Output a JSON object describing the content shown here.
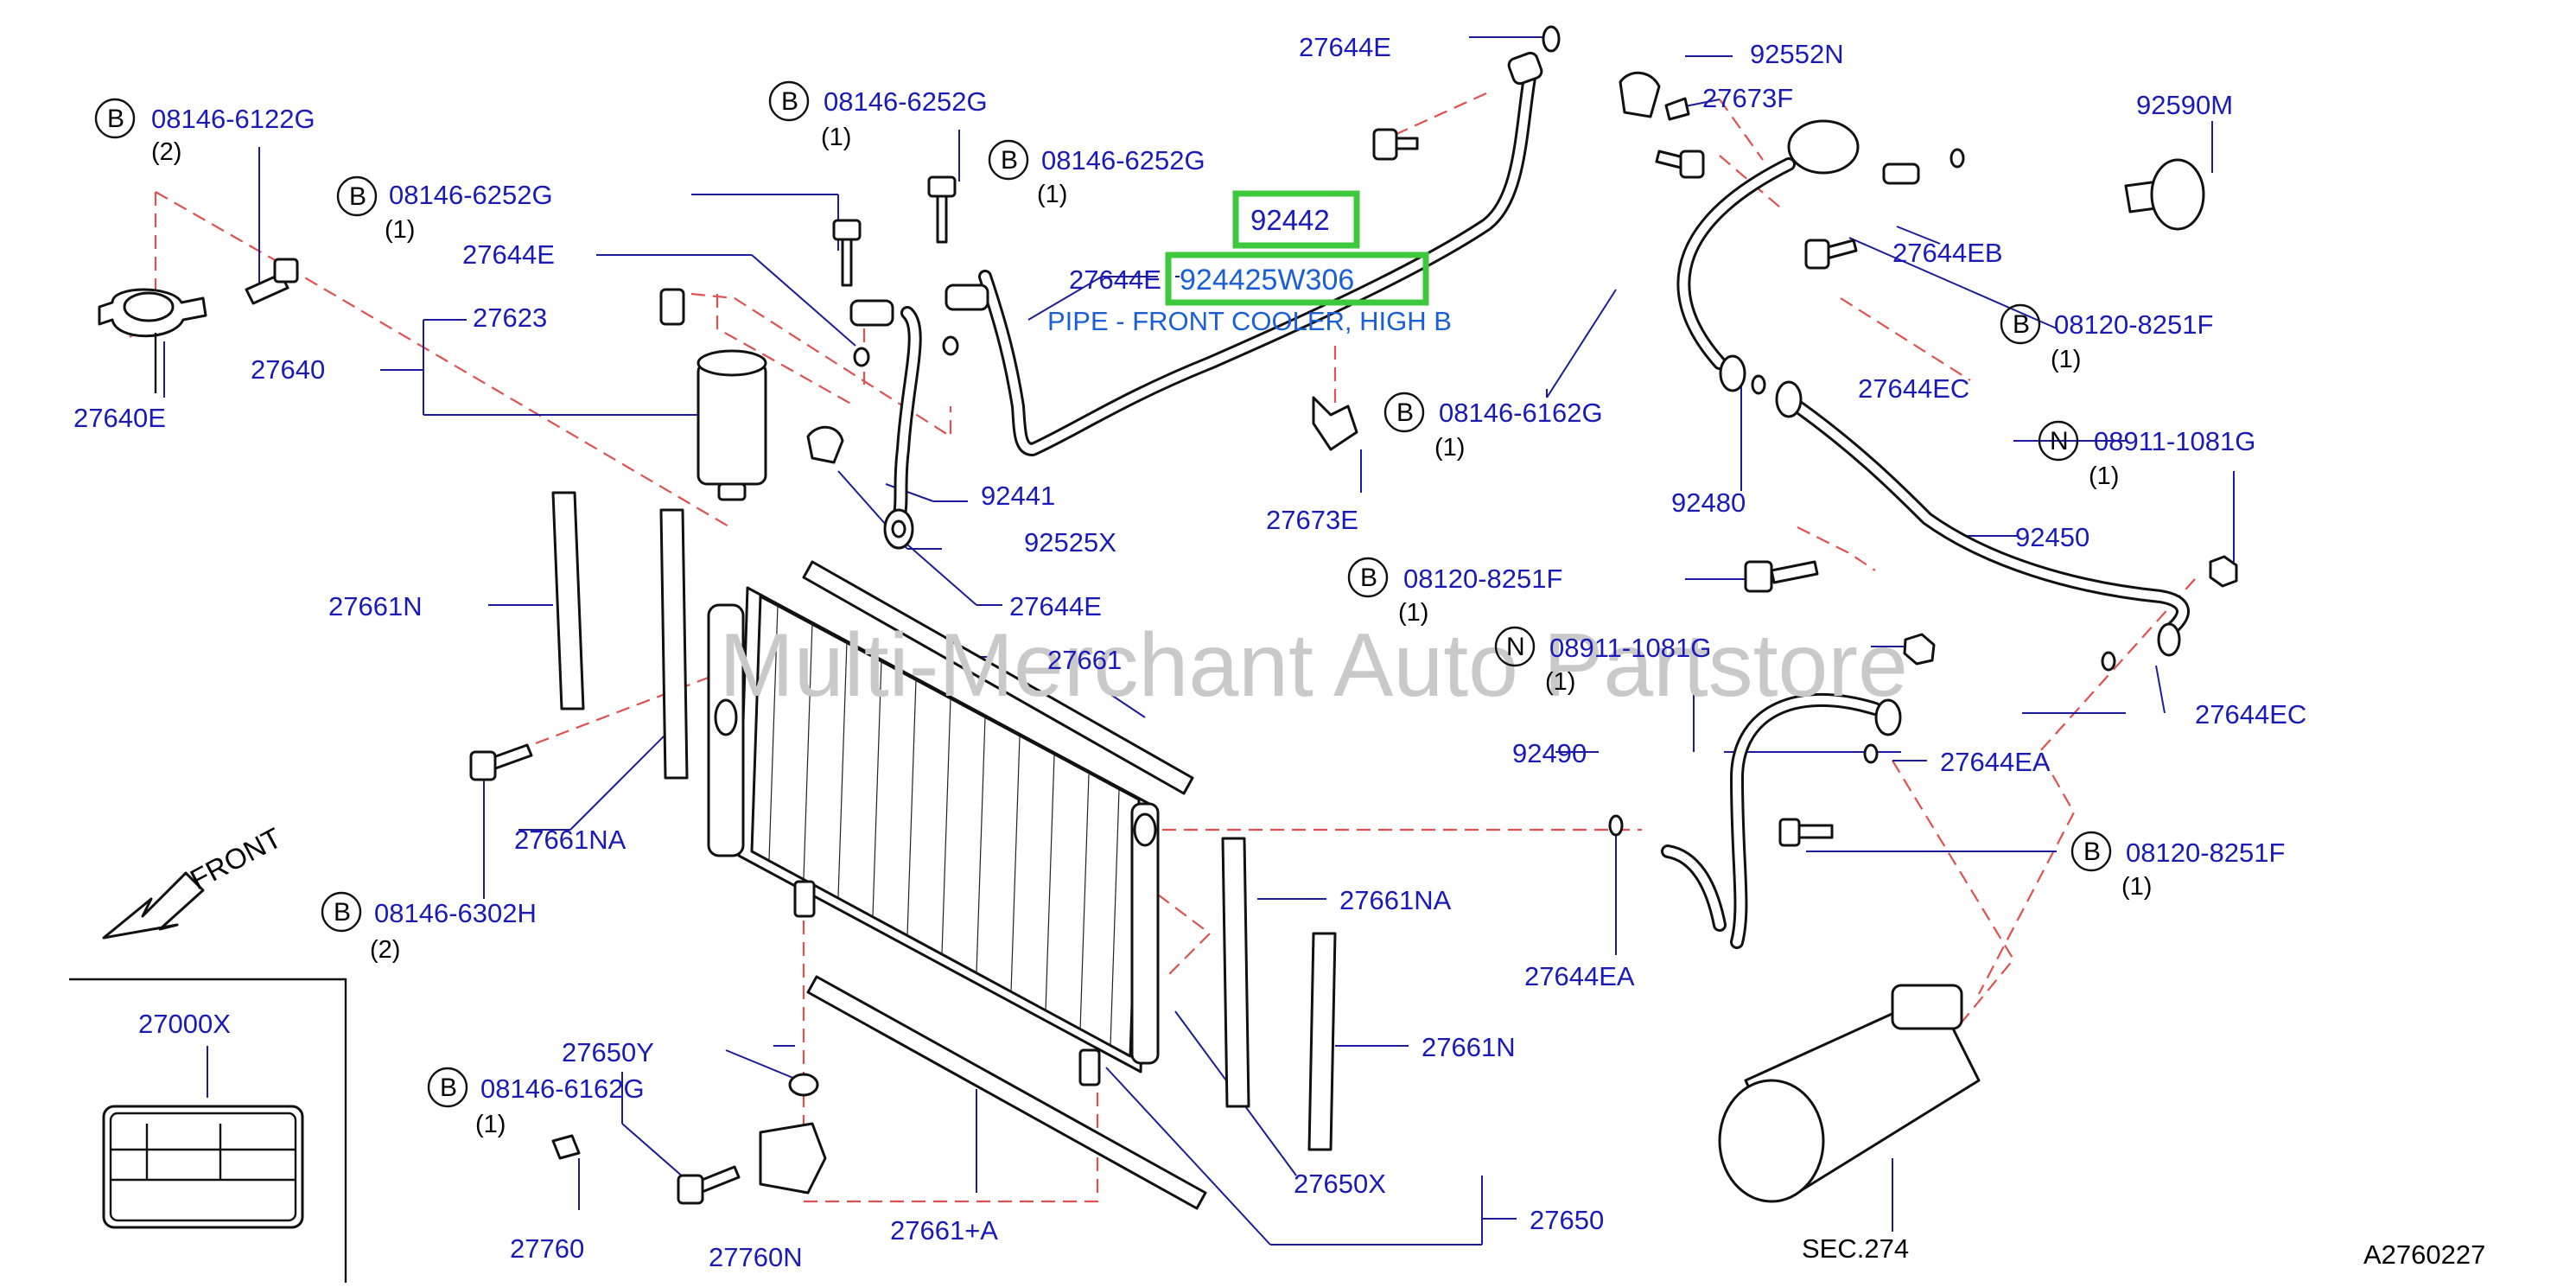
{
  "diagram": {
    "watermark": "Multi-Merchant Auto Partstore",
    "ref_code": "A2760227",
    "front_label": "FRONT",
    "section_ref": "SEC.274",
    "highlight": {
      "part": "92442",
      "full_part": "924425W306",
      "description": "PIPE - FRONT COOLER, HIGH B"
    },
    "accent_color": "#1a1ab8",
    "highlight_color": "#3ec83e",
    "leader_color": "#e05050",
    "parts": [
      "27644E",
      "92552N",
      "27673F",
      "92590M",
      "08146-6252G",
      "08146-6122G",
      "92442",
      "27644EB",
      "27644E",
      "27623",
      "27640",
      "27640E",
      "08120-8251F",
      "27644EC",
      "08146-6162G",
      "08911-1081G",
      "92441",
      "92480",
      "92525X",
      "27673E",
      "92450",
      "27644E",
      "08120-8251F",
      "27661N",
      "27661",
      "08911-1081G",
      "27644EC",
      "92490",
      "27644EA",
      "27661NA",
      "08120-8251F",
      "27661NA",
      "08146-6302H",
      "27644EA",
      "27661N",
      "27000X",
      "27650Y",
      "08146-6162G",
      "27650X",
      "27650",
      "27760",
      "27760N",
      "27661+A",
      "08146-6252G"
    ],
    "bolt_prefix": "B",
    "nut_prefix": "N",
    "qty": [
      "(1)",
      "(2)"
    ]
  }
}
